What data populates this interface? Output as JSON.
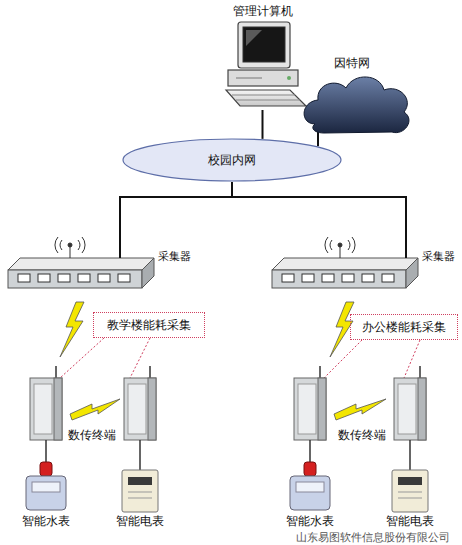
{
  "diagram": {
    "nodes": [
      {
        "text": [
          "管理计算机"
        ]
      },
      {
        "text": [
          "因特网"
        ]
      },
      {
        "text": [
          "校园内网"
        ]
      },
      {
        "text": [
          "采集器"
        ]
      },
      {
        "text": [
          "采集器"
        ]
      },
      {
        "text": [
          "教学楼能耗采集"
        ]
      },
      {
        "text": [
          "办公楼能耗采集"
        ]
      },
      {
        "text": [
          "智能水表"
        ]
      },
      {
        "text": [
          "智能电表"
        ]
      },
      {
        "text": [
          "智能水表"
        ]
      },
      {
        "text": [
          "智能电表"
        ]
      }
    ],
    "edges": [
      {
        "from": 0,
        "to": 2,
        "arrow": "none"
      },
      {
        "from": 1,
        "to": 2,
        "arrow": "none"
      },
      {
        "from": 2,
        "to": 3,
        "arrow": "none"
      },
      {
        "from": 2,
        "to": 4,
        "arrow": "none"
      }
    ],
    "labels": [
      "数传终端",
      "数传终端",
      "山东易图软件信息股份有限公司"
    ]
  }
}
